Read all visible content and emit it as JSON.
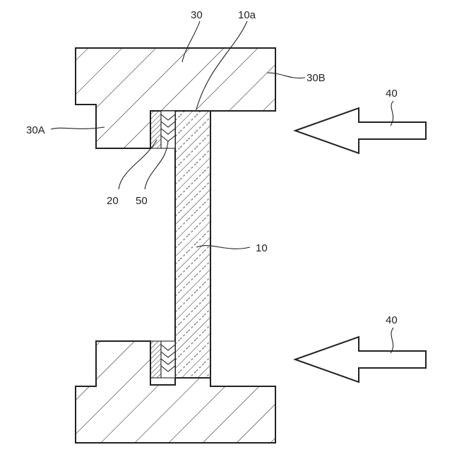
{
  "labels": {
    "holder": "30",
    "holder_a": "30A",
    "holder_b": "30B",
    "glass_face": "10a",
    "glass": "10",
    "layer_20": "20",
    "layer_50": "50",
    "force_top": "40",
    "force_bottom": "40"
  }
}
